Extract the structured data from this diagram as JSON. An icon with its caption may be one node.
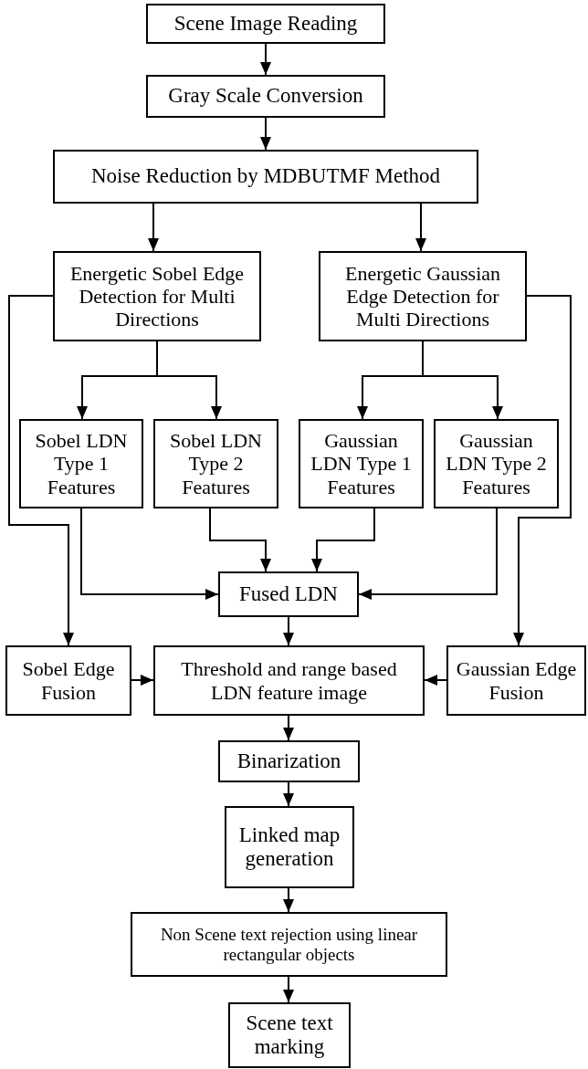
{
  "diagram": {
    "nodes": [
      {
        "text": [
          "Scene Image Reading"
        ]
      },
      {
        "text": [
          "Gray Scale Conversion"
        ]
      },
      {
        "text": [
          "Noise Reduction by MDBUTMF Method"
        ]
      },
      {
        "text": [
          "Energetic Sobel Edge Detection for Multi Directions"
        ]
      },
      {
        "text": [
          "Energetic Gaussian Edge Detection for Multi Directions"
        ]
      },
      {
        "text": [
          "Sobel LDN Type 1 Features"
        ]
      },
      {
        "text": [
          "Sobel LDN Type 2 Features"
        ]
      },
      {
        "text": [
          "Gaussian LDN Type 1 Features"
        ]
      },
      {
        "text": [
          "Gaussian LDN Type 2 Features"
        ]
      },
      {
        "text": [
          "Fused LDN"
        ]
      },
      {
        "text": [
          "Sobel Edge Fusion"
        ]
      },
      {
        "text": [
          "Threshold and range based LDN feature image"
        ]
      },
      {
        "text": [
          "Gaussian Edge Fusion"
        ]
      },
      {
        "text": [
          "Binarization"
        ]
      },
      {
        "text": [
          "Linked map generation"
        ]
      },
      {
        "text": [
          "Non Scene text rejection using linear rectangular objects"
        ]
      },
      {
        "text": [
          "Scene text marking"
        ]
      }
    ],
    "edges": [
      {
        "from": 0,
        "to": 1,
        "arrow": "to"
      },
      {
        "from": 1,
        "to": 2,
        "arrow": "to"
      },
      {
        "from": 2,
        "to": 3,
        "arrow": "to"
      },
      {
        "from": 2,
        "to": 4,
        "arrow": "to"
      },
      {
        "from": 3,
        "to": 5,
        "arrow": "to"
      },
      {
        "from": 3,
        "to": 6,
        "arrow": "to"
      },
      {
        "from": 4,
        "to": 7,
        "arrow": "to"
      },
      {
        "from": 4,
        "to": 8,
        "arrow": "to"
      },
      {
        "from": 5,
        "to": 9,
        "arrow": "to"
      },
      {
        "from": 6,
        "to": 9,
        "arrow": "to"
      },
      {
        "from": 7,
        "to": 9,
        "arrow": "to"
      },
      {
        "from": 8,
        "to": 9,
        "arrow": "to"
      },
      {
        "from": 3,
        "to": 10,
        "arrow": "to"
      },
      {
        "from": 4,
        "to": 12,
        "arrow": "to"
      },
      {
        "from": 9,
        "to": 11,
        "arrow": "to"
      },
      {
        "from": 10,
        "to": 11,
        "arrow": "to"
      },
      {
        "from": 12,
        "to": 11,
        "arrow": "to"
      },
      {
        "from": 11,
        "to": 13,
        "arrow": "to"
      },
      {
        "from": 13,
        "to": 14,
        "arrow": "to"
      },
      {
        "from": 14,
        "to": 15,
        "arrow": "to"
      },
      {
        "from": 15,
        "to": 16,
        "arrow": "to"
      }
    ]
  }
}
